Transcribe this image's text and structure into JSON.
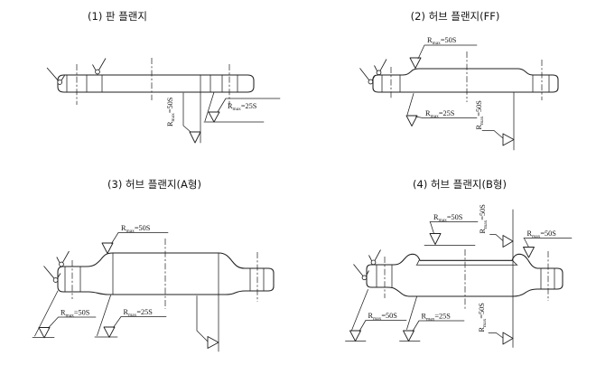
{
  "drawing": {
    "background": "#ffffff",
    "line_color": "#1f1f1f",
    "figures": [
      {
        "title": "(1) 판 플랜지",
        "marks": [
          {
            "pos": "bottom-center",
            "orient": "vertical",
            "r": "R",
            "sub": "max",
            "eq": "=50S"
          },
          {
            "pos": "bottom-right",
            "orient": "horizontal",
            "r": "R",
            "sub": "max",
            "eq": "=25S"
          }
        ]
      },
      {
        "title": "(2) 허브 플랜지(FF)",
        "marks": [
          {
            "pos": "top",
            "orient": "horizontal",
            "r": "R",
            "sub": "max",
            "eq": "=50S"
          },
          {
            "pos": "bottom-left",
            "orient": "horizontal",
            "r": "R",
            "sub": "max",
            "eq": "=25S"
          },
          {
            "pos": "bottom-right",
            "orient": "vertical",
            "r": "R",
            "sub": "max",
            "eq": "=50S"
          }
        ]
      },
      {
        "title": "(3) 허브 플랜지(A형)",
        "marks": [
          {
            "pos": "top",
            "orient": "horizontal",
            "r": "R",
            "sub": "max",
            "eq": "=50S"
          },
          {
            "pos": "bottom-left",
            "orient": "horizontal",
            "r": "R",
            "sub": "max",
            "eq": "=50S"
          },
          {
            "pos": "bottom-center",
            "orient": "horizontal",
            "r": "R",
            "sub": "max",
            "eq": "=25S"
          },
          {
            "pos": "bottom-right",
            "orient": "none",
            "symbol": "finish-triangle"
          }
        ]
      },
      {
        "title": "(4) 허브 플랜지(B형)",
        "marks": [
          {
            "pos": "top-left",
            "orient": "horizontal",
            "r": "R",
            "sub": "max",
            "eq": "=50S"
          },
          {
            "pos": "top-center",
            "orient": "vertical",
            "r": "R",
            "sub": "max",
            "eq": "=50S"
          },
          {
            "pos": "top-right",
            "orient": "horizontal",
            "r": "R",
            "sub": "max",
            "eq": "=50S"
          },
          {
            "pos": "bottom-left",
            "orient": "horizontal",
            "r": "R",
            "sub": "max",
            "eq": "=50S"
          },
          {
            "pos": "bottom-center",
            "orient": "horizontal",
            "r": "R",
            "sub": "max",
            "eq": "=25S"
          },
          {
            "pos": "bottom-right",
            "orient": "vertical",
            "r": "R",
            "sub": "max",
            "eq": "=50S"
          }
        ]
      }
    ]
  }
}
